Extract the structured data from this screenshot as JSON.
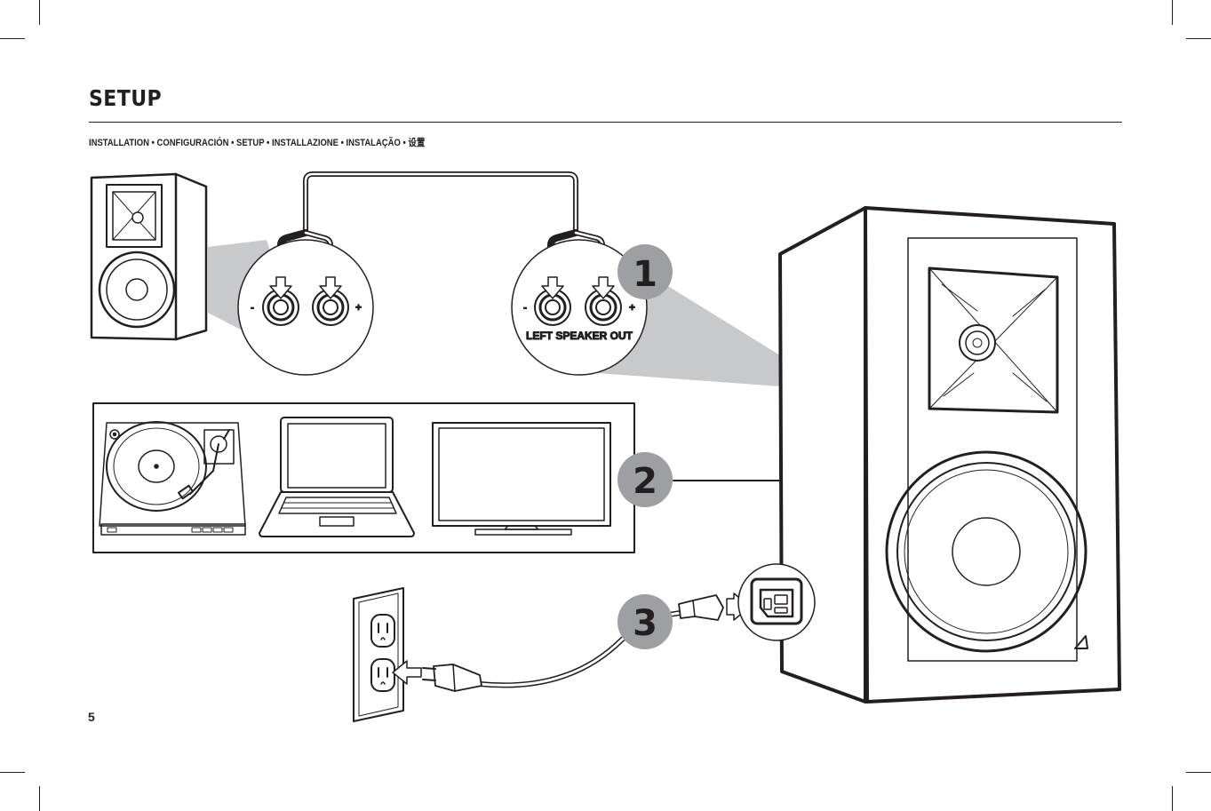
{
  "header": {
    "title": "SETUP",
    "subtitle": "INSTALLATION  • CONFIGURACIÓN  • SETUP  • INSTALLAZIONE  •  INSTALAÇÃO  • 设置"
  },
  "diagram": {
    "terminal_label": "LEFT SPEAKER OUT",
    "minus_sign": "-",
    "plus_sign": "+",
    "steps": [
      "1",
      "2",
      "3"
    ]
  },
  "footer": {
    "page_number": "5"
  },
  "colors": {
    "ink": "#231f20",
    "step_badge": "#9d9fa2",
    "callout_fill": "#c8c9cb"
  }
}
